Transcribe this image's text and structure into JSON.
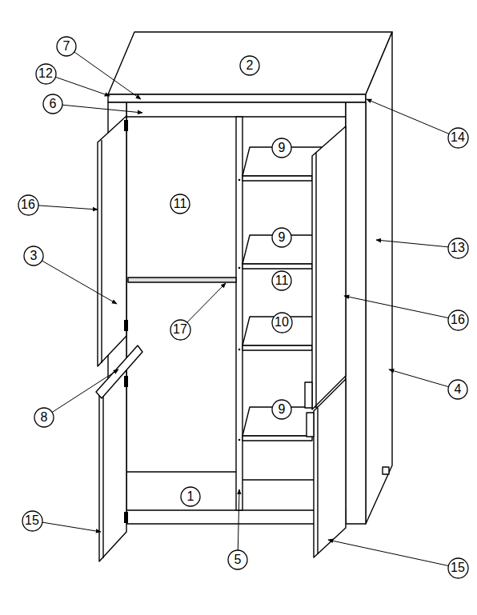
{
  "diagram": {
    "nodes": [
      {
        "text": [
          "7"
        ]
      },
      {
        "text": [
          "2"
        ]
      },
      {
        "text": [
          "12"
        ]
      },
      {
        "text": [
          "6"
        ]
      },
      {
        "text": [
          "9"
        ]
      },
      {
        "text": [
          "14"
        ]
      },
      {
        "text": [
          "16"
        ]
      },
      {
        "text": [
          "11"
        ]
      },
      {
        "text": [
          "9"
        ]
      },
      {
        "text": [
          "13"
        ]
      },
      {
        "text": [
          "3"
        ]
      },
      {
        "text": [
          "11"
        ]
      },
      {
        "text": [
          "16"
        ]
      },
      {
        "text": [
          "17"
        ]
      },
      {
        "text": [
          "10"
        ]
      },
      {
        "text": [
          "4"
        ]
      },
      {
        "text": [
          "8"
        ]
      },
      {
        "text": [
          "9"
        ]
      },
      {
        "text": [
          "1"
        ]
      },
      {
        "text": [
          "15"
        ]
      },
      {
        "text": [
          "5"
        ]
      },
      {
        "text": [
          "15"
        ]
      }
    ]
  }
}
